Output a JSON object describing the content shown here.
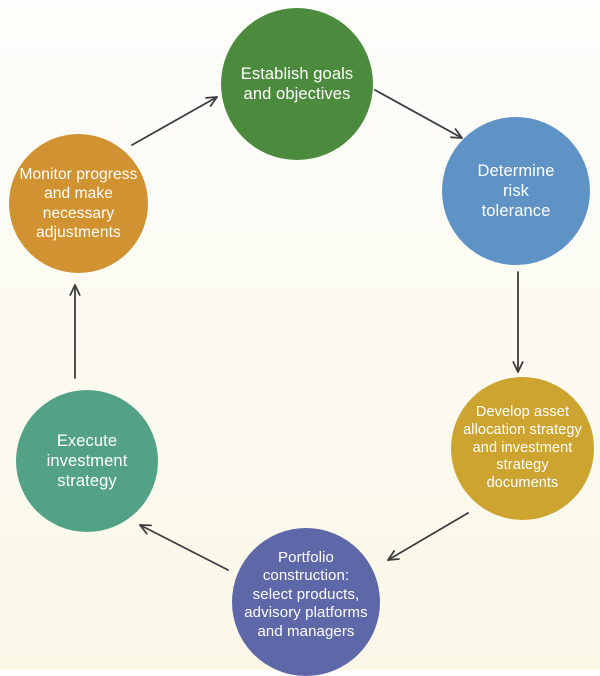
{
  "page": {
    "background_top": "#fdfdfb",
    "background_bottom": "#faf7e7"
  },
  "diagram": {
    "type": "cycle",
    "text_color": "#ffffff",
    "arrow_color": "#3e3e3e",
    "nodes": [
      {
        "id": "establish-goals",
        "label": "Establish goals\nand objectives",
        "color": "#4c8b3d"
      },
      {
        "id": "determine-risk-tolerance",
        "label": "Determine\nrisk\ntolerance",
        "color": "#5f93c6"
      },
      {
        "id": "develop-asset-allocation",
        "label": "Develop asset\nallocation strategy\nand investment\nstrategy\ndocuments",
        "color": "#cda42f"
      },
      {
        "id": "portfolio-construction",
        "label": "Portfolio\nconstruction:\nselect products,\nadvisory platforms\nand managers",
        "color": "#5e67a8"
      },
      {
        "id": "execute-investment-strategy",
        "label": "Execute\ninvestment\nstrategy",
        "color": "#54a285"
      },
      {
        "id": "monitor-progress",
        "label": "Monitor progress\nand make\nnecessary\nadjustments",
        "color": "#d19231"
      }
    ],
    "flow_order": [
      "establish-goals",
      "determine-risk-tolerance",
      "develop-asset-allocation",
      "portfolio-construction",
      "execute-investment-strategy",
      "monitor-progress",
      "establish-goals"
    ]
  }
}
